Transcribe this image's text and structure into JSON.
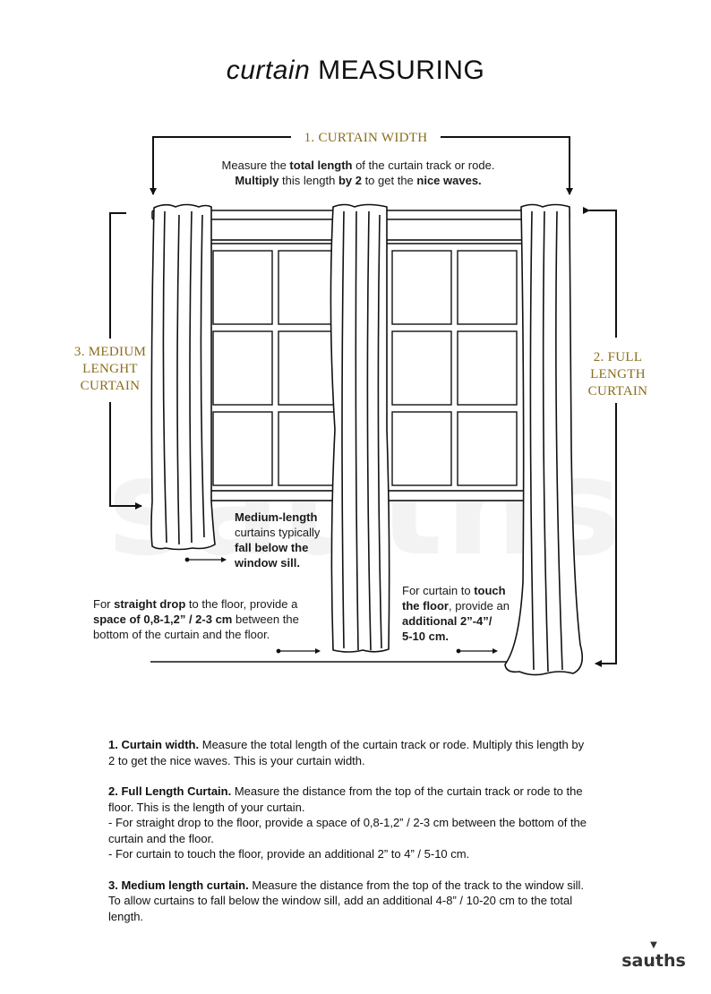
{
  "title": {
    "italic": "curtain",
    "rest": "MEASURING"
  },
  "labels": {
    "width": "1. CURTAIN WIDTH",
    "medium": [
      "3. MEDIUM",
      "LENGHT",
      "CURTAIN"
    ],
    "full": [
      "2. FULL",
      "LENGTH",
      "CURTAIN"
    ]
  },
  "notes": {
    "width_line1": [
      "Measure the ",
      "total length",
      " of the curtain track or rode."
    ],
    "width_line2": [
      "Multiply",
      " this length ",
      "by 2",
      " to get the ",
      "nice waves."
    ],
    "medium": [
      "Medium-length",
      "curtains typically",
      "fall below the",
      "window sill."
    ],
    "straight": [
      "For ",
      "straight drop",
      " to the floor, provide a",
      "space of 0,8-1,2” / 2-3 cm",
      " between the",
      "bottom of the curtain and the floor."
    ],
    "touch": [
      "For curtain to ",
      "touch",
      "the floor",
      ", provide an",
      "additional 2”-4”/",
      "5-10 cm."
    ]
  },
  "instructions": {
    "width": {
      "heading": "1. Curtain width.",
      "text": " Measure the total length of the curtain track or rode. Multiply this length by 2 to get the nice waves. This is your curtain width."
    },
    "full": {
      "heading": "2. Full Length Curtain.",
      "text": " Measure the distance from the top of the curtain track or rode to the floor. This is the length of your curtain.",
      "bullet1": "- For straight drop to the floor, provide a space of 0,8-1,2” / 2-3 cm between the bottom of the curtain and the floor.",
      "bullet2": "- For curtain to touch the floor, provide an additional 2” to 4” / 5-10 cm."
    },
    "medium": {
      "heading": "3. Medium length curtain.",
      "text": " Measure the distance from the top of the track to the window sill. To allow curtains to fall below the window sill, add an additional 4-8” / 10-20 cm to the total length."
    }
  },
  "brand": {
    "name": "sauths",
    "watermark": "sauths"
  },
  "colors": {
    "accent": "#8a6d1c",
    "ink": "#111111"
  },
  "icons": {
    "arrow": "arrow-icon",
    "brand": "brand-logo"
  }
}
